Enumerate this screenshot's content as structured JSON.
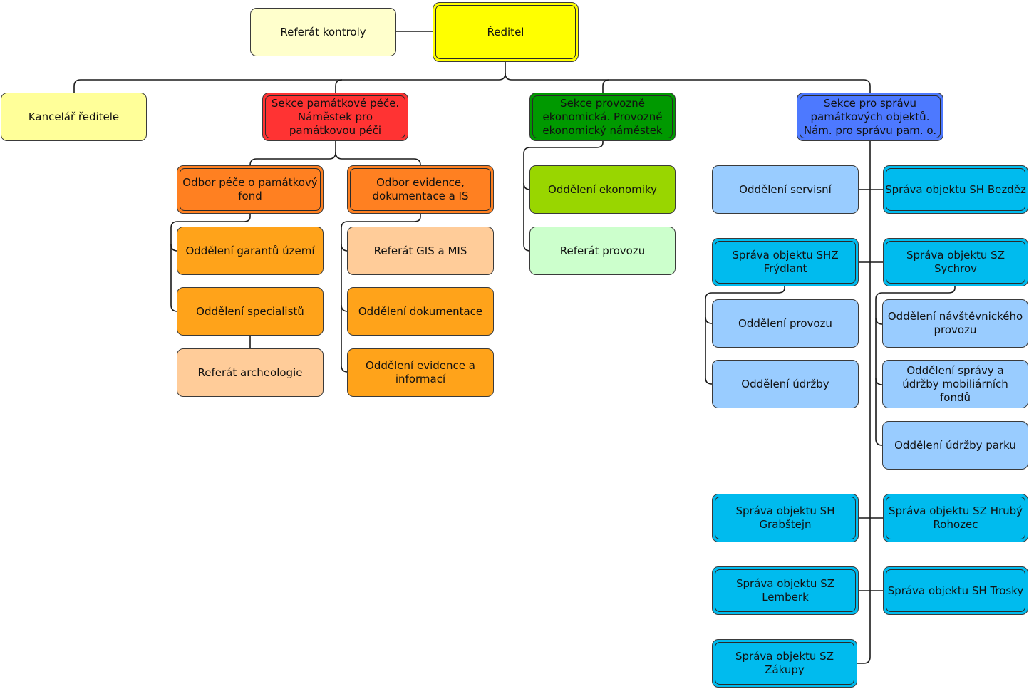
{
  "colors": {
    "director": "#ffff00",
    "pale_yellow": "#ffffcc",
    "light_yellow": "#ffff99",
    "red": "#ff3333",
    "green": "#009900",
    "blue": "#4d79ff",
    "orange_dark": "#ff8021",
    "orange": "#ffa31a",
    "peach": "#ffcc99",
    "lime": "#99d600",
    "mint": "#ccffcc",
    "light_blue": "#99ccff",
    "cyan": "#00bbee",
    "line": "#1a1a1a"
  },
  "nodes": {
    "director": "Ředitel",
    "control": "Referát kontroly",
    "office": "Kancelář ředitele",
    "sec_heritage": "Sekce památkové péče. Náměstek pro památkovou péči",
    "sec_econ": "Sekce provozně ekonomická. Provozně ekonomický náměstek",
    "sec_objects": "Sekce pro správu památkových objektů. Nám. pro správu pam. o.",
    "dept_care": "Odbor péče o památkový fond",
    "dept_evid": "Odbor evidence, dokumentace a IS",
    "garant": "Oddělení garantů území",
    "specialists": "Oddělení specialistů",
    "archeology": "Referát archeologie",
    "gis": "Referát GIS a MIS",
    "documentation": "Oddělení dokumentace",
    "evidence": "Oddělení evidence a informací",
    "economy": "Oddělení ekonomiky",
    "operation": "Referát provozu",
    "service": "Oddělení servisní",
    "frydlant": "Správa objektu SHZ Frýdlant",
    "fr_operation": "Oddělení provozu",
    "fr_maintenance": "Oddělení údržby",
    "grabstejn": "Správa objektu SH Grabštejn",
    "lemberk": "Správa objektu SZ Lemberk",
    "zakupy": "Správa objektu SZ Zákupy",
    "bezdez": "Správa objektu SH Bezděz",
    "sychrov": "Správa objektu SZ Sychrov",
    "visitor": "Oddělení návštěvnického provozu",
    "mobiliar": "Oddělení správy a údržby mobiliárních fondů",
    "park": "Oddělení údržby parku",
    "hruby_rohozec": "Správa objektu SZ Hrubý Rohozec",
    "trosky": "Správa objektu SH Trosky"
  }
}
